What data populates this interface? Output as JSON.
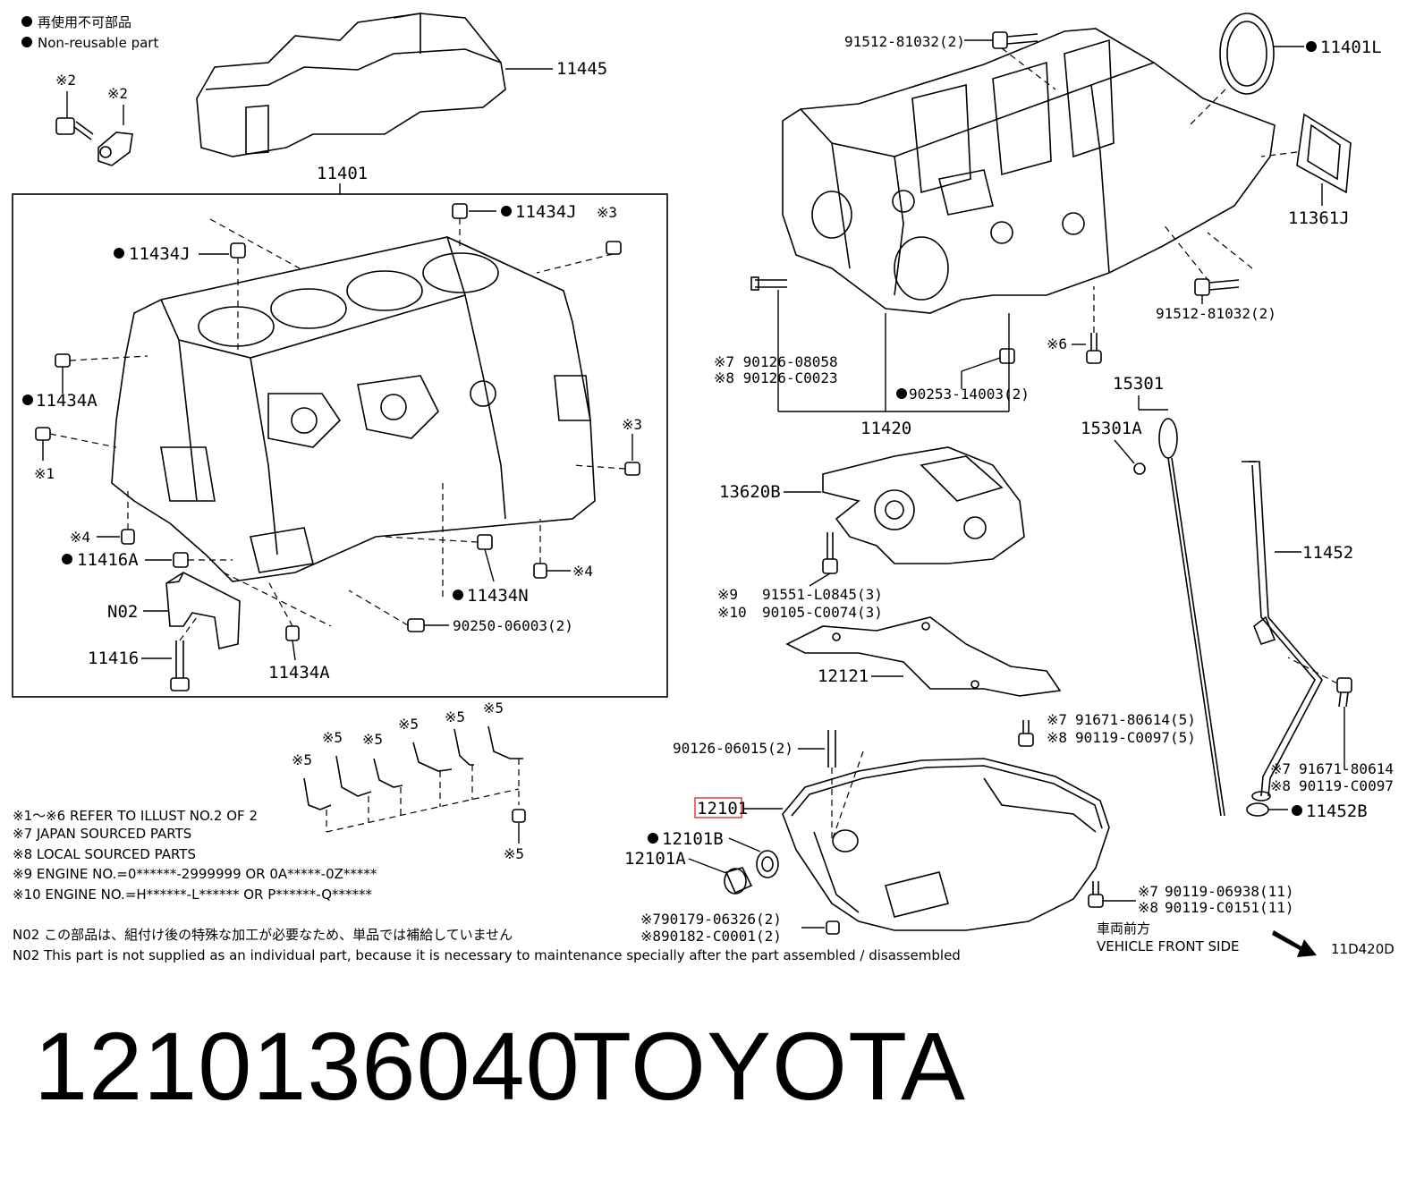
{
  "legend": {
    "non_reusable_jp": "再使用不可部品",
    "non_reusable_en": "Non-reusable part"
  },
  "callouts": {
    "c11445": "11445",
    "c11401": "11401",
    "c11434J_a": "11434J",
    "c11434J_b": "11434J",
    "c11434A_a": "11434A",
    "c11434A_b": "11434A",
    "c11416A": "11416A",
    "c11434N": "11434N",
    "cN02": "N02",
    "c11416": "11416",
    "c90250": "90250-06003(2)",
    "cref1": "※1",
    "cref2a": "※2",
    "cref2b": "※2",
    "cref3a": "※3",
    "cref3b": "※3",
    "cref4a": "※4",
    "cref4b": "※4",
    "c91512a": "91512-81032(2)",
    "c11401L": "11401L",
    "c11361J": "11361J",
    "c91512b": "91512-81032(2)",
    "cref6": "※6",
    "c90126_08058": "※7 90126-08058",
    "c90126_C0023": "※8 90126-C0023",
    "c90253": "90253-14003(2)",
    "c11420": "11420",
    "c15301": "15301",
    "c15301A": "15301A",
    "c13620B": "13620B",
    "c91551": "91551-L0845(3)",
    "c90105": "90105-C0074(3)",
    "cref9": "※9",
    "cref10": "※10",
    "c11452": "11452",
    "c12121": "12121",
    "c91671_a": "91671-80614(5)",
    "c90119_a": "90119-C0097(5)",
    "cref7a": "※7",
    "cref8a": "※8",
    "c90126_06015": "90126-06015(2)",
    "c12101": "12101",
    "c12101B": "12101B",
    "c12101A": "12101A",
    "c91671_b": "91671-80614",
    "c90119_b": "90119-C0097",
    "cref7b": "※7",
    "cref8b": "※8",
    "c11452B": "11452B",
    "c90119_06938": "90119-06938(11)",
    "c90119_C0151": "90119-C0151(11)",
    "cref7c": "※7",
    "cref8c": "※8",
    "c90179": "※790179-06326(2)",
    "c90182": "※890182-C0001(2)",
    "cref5a": "※5",
    "cref5b": "※5",
    "cref5c": "※5",
    "cref5d": "※5",
    "cref5e": "※5",
    "cref5f": "※5",
    "cref5g": "※5"
  },
  "notes": {
    "n1": "※1～※6  REFER TO ILLUST NO.2 OF 2",
    "n2": "※7 JAPAN SOURCED PARTS",
    "n3": "※8 LOCAL SOURCED PARTS",
    "n4": "※9 ENGINE NO.=0******-2999999 OR 0A*****-0Z*****",
    "n5": "※10 ENGINE NO.=H******-L****** OR P******-Q******",
    "n02_jp": "N02  この部品は、組付け後の特殊な加工が必要なため、単品では補給していません",
    "n02_en": "N02  This part is not supplied as an individual part, because it is necessary to maintenance specially after the part assembled / disassembled"
  },
  "front_jp": "車両前方",
  "front_en": "VEHICLE FRONT SIDE",
  "illust_code": "11D420D",
  "highlight_color": "#e03030",
  "footer": {
    "part_number": "1210136040",
    "brand": "TOYOTA"
  }
}
